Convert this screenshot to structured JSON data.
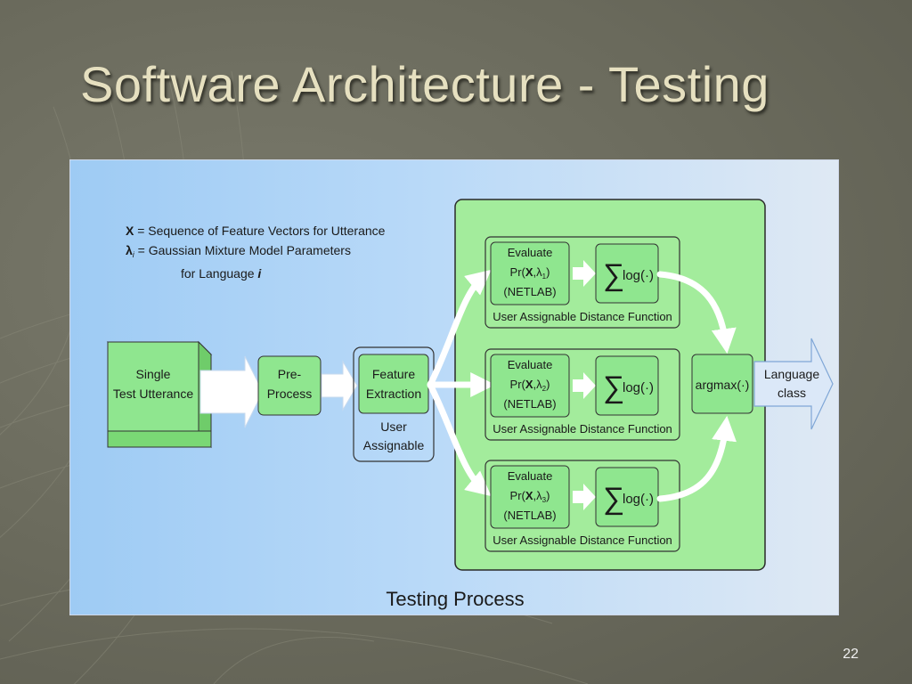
{
  "slide": {
    "title": "Software Architecture - Testing",
    "page_number": "22"
  },
  "diagram": {
    "legend": {
      "line1_symbol": "X",
      "line1_text": " = Sequence of Feature Vectors for Utterance",
      "line2_symbol": "λ",
      "line2_subscript": "i",
      "line2_text": " = Gaussian Mixture Model Parameters",
      "line3_text": "for Language ",
      "line3_var": "i"
    },
    "input_block": {
      "line1": "Single",
      "line2": "Test Utterance"
    },
    "preprocess_block": {
      "line1": "Pre-",
      "line2": "Process"
    },
    "feature_block": {
      "line1": "Feature",
      "line2": "Extraction"
    },
    "feature_caption": {
      "line1": "User",
      "line2": "Assignable"
    },
    "branches": [
      {
        "eval_line1": "Evaluate",
        "eval_pr": "Pr(",
        "eval_x": "X",
        "eval_lambda": ",λ",
        "eval_sub": "1",
        "eval_close": ")",
        "eval_line3": "(NETLAB)",
        "sum_label": "log(·)",
        "caption": "User Assignable Distance Function"
      },
      {
        "eval_line1": "Evaluate",
        "eval_pr": "Pr(",
        "eval_x": "X",
        "eval_lambda": ",λ",
        "eval_sub": "2",
        "eval_close": ")",
        "eval_line3": "(NETLAB)",
        "sum_label": "log(·)",
        "caption": "User Assignable Distance Function"
      },
      {
        "eval_line1": "Evaluate",
        "eval_pr": "Pr(",
        "eval_x": "X",
        "eval_lambda": ",λ",
        "eval_sub": "3",
        "eval_close": ")",
        "eval_line3": "(NETLAB)",
        "sum_label": "log(·)",
        "caption": "User Assignable Distance Function"
      }
    ],
    "sum_symbol": "∑",
    "argmax_label": "argmax(·)",
    "output": {
      "line1": "Language",
      "line2": "class"
    },
    "footer_caption": "Testing Process"
  },
  "colors": {
    "box_green": "#8fe68f",
    "panel_green": "#a3ec9c",
    "arrow_white": "#ffffff",
    "arrow_output": "#dbe8f8"
  }
}
